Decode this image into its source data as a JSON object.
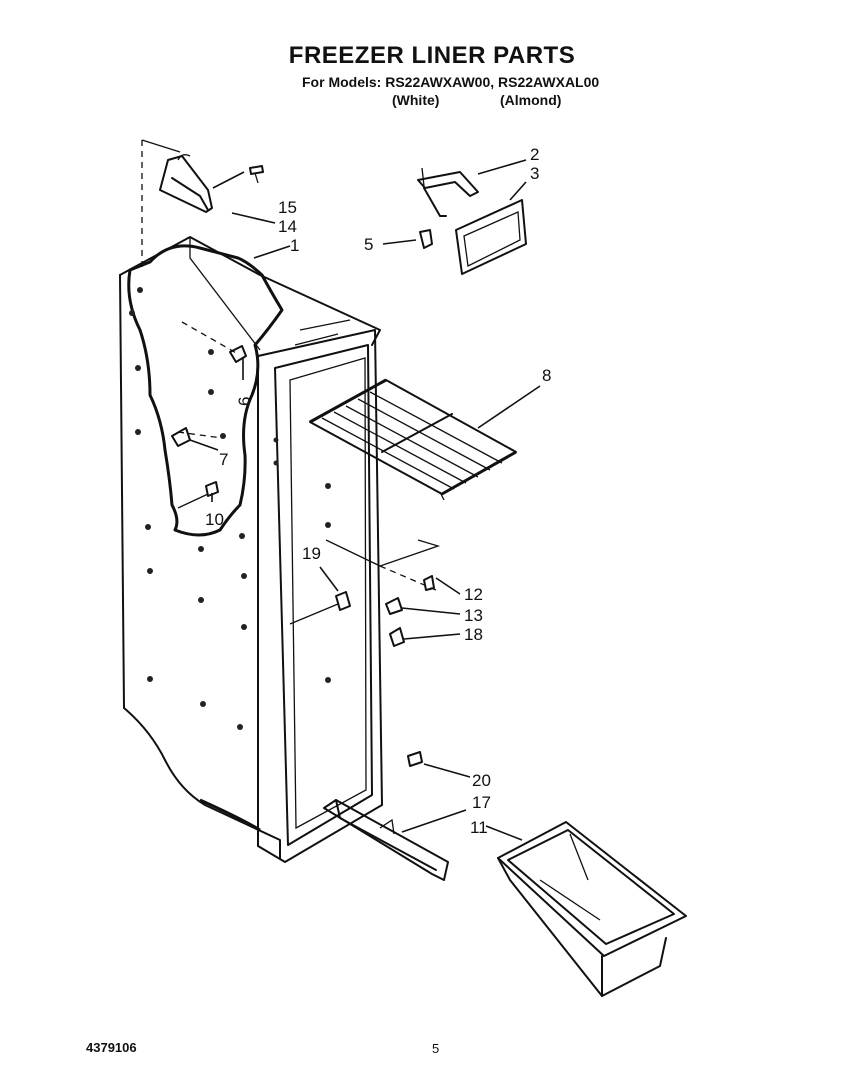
{
  "header": {
    "title": "FREEZER LINER PARTS",
    "models_line": "For Models: RS22AWXAW00, RS22AWXAL00",
    "variant_white": "(White)",
    "variant_almond": "(Almond)"
  },
  "footer": {
    "doc_number": "4379106",
    "page_number": "5"
  },
  "callouts": {
    "c1": "1",
    "c2": "2",
    "c3": "3",
    "c5": "5",
    "c6": "6",
    "c7": "7",
    "c8": "8",
    "c10": "10",
    "c11": "11",
    "c12": "12",
    "c13": "13",
    "c14": "14",
    "c15": "15",
    "c17": "17",
    "c18": "18",
    "c19": "19",
    "c20": "20"
  }
}
